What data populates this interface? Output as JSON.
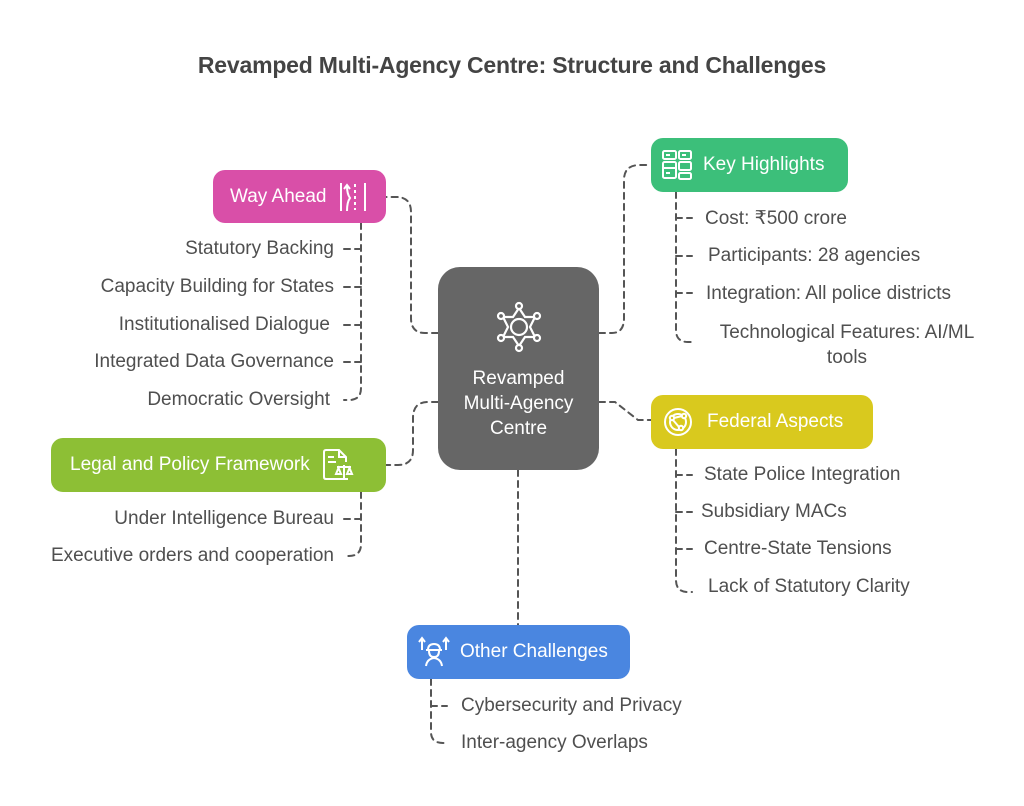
{
  "title": "Revamped Multi-Agency Centre: Structure and Challenges",
  "center": {
    "label": "Revamped Multi-Agency Centre",
    "icon": "sheriff-star-network-icon",
    "color": "#666666"
  },
  "branches": {
    "way_ahead": {
      "label": "Way Ahead",
      "icon": "winding-road-icon",
      "color": "#d94fa8",
      "items": [
        "Statutory Backing",
        "Capacity Building for States",
        "Institutionalised Dialogue",
        "Integrated Data Governance",
        "Democratic Oversight"
      ]
    },
    "key_highlights": {
      "label": "Key Highlights",
      "icon": "dashboard-layout-icon",
      "color": "#3cbf7a",
      "items": [
        "Cost: ₹500 crore",
        "Participants: 28 agencies",
        "Integration: All police districts",
        "Technological Features: AI/ML tools"
      ]
    },
    "federal_aspects": {
      "label": "Federal Aspects",
      "icon": "network-globe-icon",
      "color": "#d9c91e",
      "items": [
        "State Police Integration",
        "Subsidiary MACs",
        "Centre-State Tensions",
        "Lack of Statutory Clarity"
      ]
    },
    "legal_policy": {
      "label": "Legal and Policy Framework",
      "icon": "legal-document-scales-icon",
      "color": "#8dbf35",
      "items": [
        "Under Intelligence Bureau",
        "Executive orders and cooperation"
      ]
    },
    "other_challenges": {
      "label": "Other Challenges",
      "icon": "worker-growth-icon",
      "color": "#4a86e0",
      "items": [
        "Cybersecurity and Privacy",
        "Inter-agency Overlaps"
      ]
    }
  }
}
